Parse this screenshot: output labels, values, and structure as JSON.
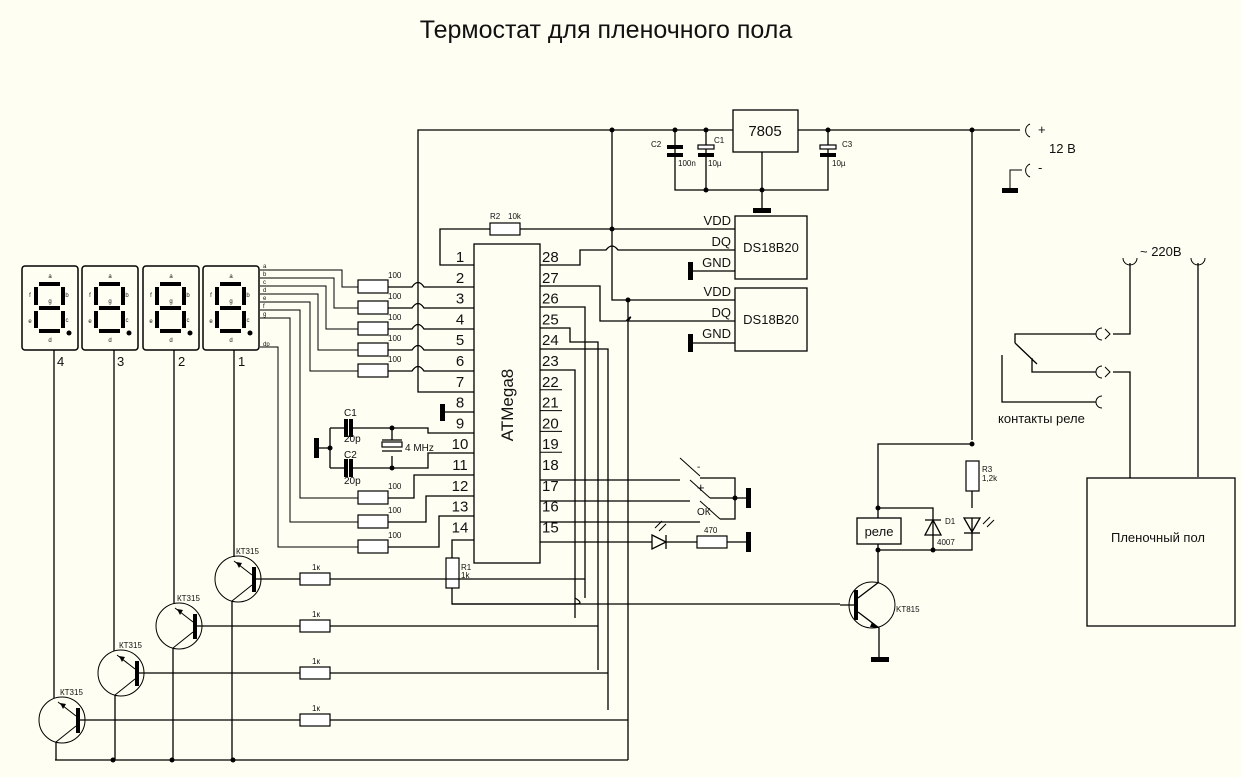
{
  "title": "Термостат для пленочного пола",
  "display": {
    "digits": [
      "4",
      "3",
      "2",
      "1"
    ],
    "segments": [
      "a",
      "b",
      "c",
      "d",
      "e",
      "f",
      "g"
    ],
    "dp_label": "dp"
  },
  "mcu": {
    "name": "ATMega8",
    "left_pins": [
      "1",
      "2",
      "3",
      "4",
      "5",
      "6",
      "7",
      "8",
      "9",
      "10",
      "11",
      "12",
      "13",
      "14"
    ],
    "right_pins": [
      "28",
      "27",
      "26",
      "25",
      "24",
      "23",
      "22",
      "21",
      "20",
      "19",
      "18",
      "17",
      "16",
      "15"
    ]
  },
  "segment_resistor_value": "100",
  "crystal": {
    "freq": "4 MHz",
    "c1": {
      "name": "C1",
      "value": "20p"
    },
    "c2": {
      "name": "C2",
      "value": "20p"
    }
  },
  "r2": {
    "name": "R2",
    "value": "10k"
  },
  "r1": {
    "name": "R1",
    "value": "1k"
  },
  "r3": {
    "name": "R3",
    "value": "1,2k"
  },
  "led_resistor_value": "470",
  "base_resistor_value": "1к",
  "sensors": [
    {
      "name": "DS18B20",
      "pins": [
        "VDD",
        "DQ",
        "GND"
      ]
    },
    {
      "name": "DS18B20",
      "pins": [
        "VDD",
        "DQ",
        "GND"
      ]
    }
  ],
  "regulator": {
    "name": "7805"
  },
  "caps": [
    {
      "name": "C2",
      "value": "100n"
    },
    {
      "name": "C1",
      "value": "10µ"
    },
    {
      "name": "C3",
      "value": "10µ"
    }
  ],
  "power": {
    "plus": "+",
    "minus": "-",
    "voltage": "12 В"
  },
  "buttons": [
    "-",
    "+",
    "ОК"
  ],
  "transistor_small": "КТ315",
  "transistor_power": "KT815",
  "relay": {
    "label": "реле",
    "contacts_label": "контакты реле"
  },
  "diode": {
    "name": "D1",
    "value": "4007"
  },
  "mains": {
    "label": "~ 220В"
  },
  "load": {
    "label": "Пленочный пол"
  }
}
